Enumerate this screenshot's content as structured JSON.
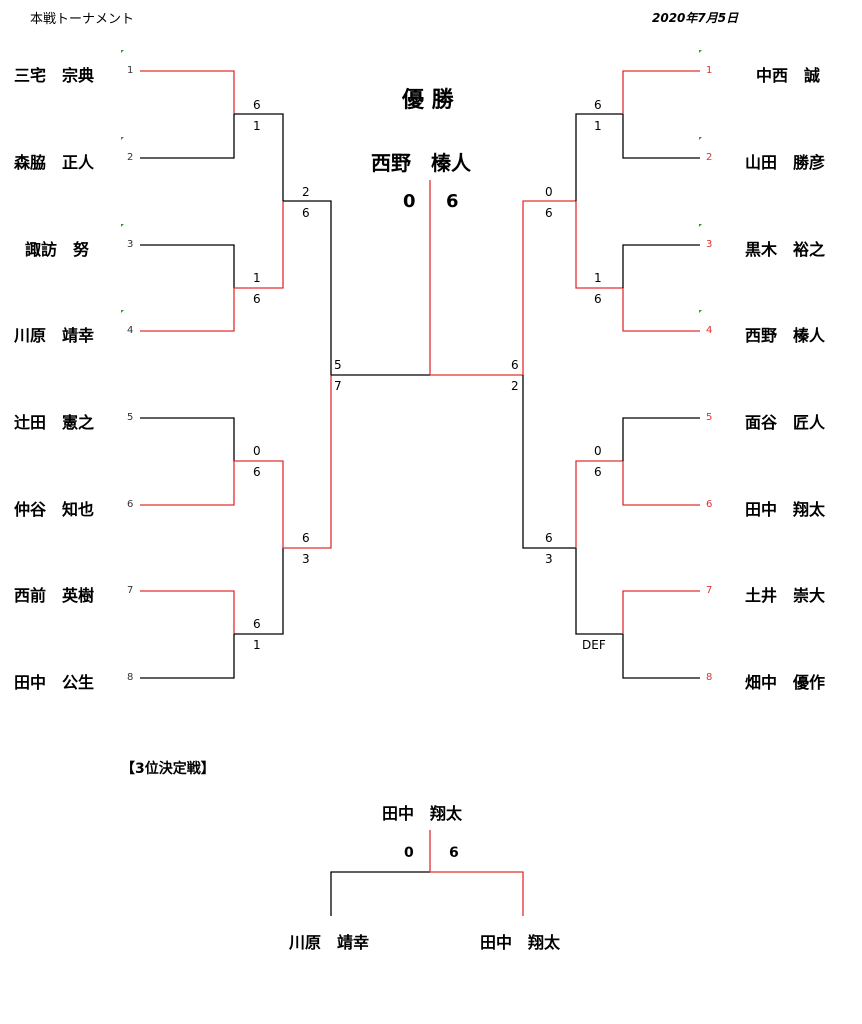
{
  "header": {
    "title": "本戦トーナメント",
    "date": "2020年7月5日"
  },
  "colors": {
    "win": "#e03030",
    "line": "#000000",
    "flag": "#2e9a2e"
  },
  "left": {
    "players": [
      {
        "seed": "1",
        "name": "三宅　宗典"
      },
      {
        "seed": "2",
        "name": "森脇　正人"
      },
      {
        "seed": "3",
        "name": "諏訪　努"
      },
      {
        "seed": "4",
        "name": "川原　靖幸"
      },
      {
        "seed": "5",
        "name": "辻田　憲之"
      },
      {
        "seed": "6",
        "name": "仲谷　知也"
      },
      {
        "seed": "7",
        "name": "西前　英樹"
      },
      {
        "seed": "8",
        "name": "田中　公生"
      }
    ],
    "r1": [
      {
        "top": "6",
        "bottom": "1"
      },
      {
        "top": "1",
        "bottom": "6"
      },
      {
        "top": "0",
        "bottom": "6"
      },
      {
        "top": "6",
        "bottom": "1"
      }
    ],
    "r2": [
      {
        "top": "2",
        "bottom": "6"
      },
      {
        "top": "6",
        "bottom": "3"
      }
    ],
    "semi": {
      "top": "5",
      "bottom": "7"
    }
  },
  "right": {
    "players": [
      {
        "seed": "1",
        "name": "中西　誠"
      },
      {
        "seed": "2",
        "name": "山田　勝彦"
      },
      {
        "seed": "3",
        "name": "黒木　裕之"
      },
      {
        "seed": "4",
        "name": "西野　榛人"
      },
      {
        "seed": "5",
        "name": "面谷　匠人"
      },
      {
        "seed": "6",
        "name": "田中　翔太"
      },
      {
        "seed": "7",
        "name": "土井　崇大"
      },
      {
        "seed": "8",
        "name": "畑中　優作"
      }
    ],
    "r1": [
      {
        "top": "6",
        "bottom": "1"
      },
      {
        "top": "1",
        "bottom": "6"
      },
      {
        "top": "0",
        "bottom": "6"
      },
      {
        "top": "",
        "bottom": "DEF"
      }
    ],
    "r2": [
      {
        "top": "0",
        "bottom": "6"
      },
      {
        "top": "6",
        "bottom": "3"
      }
    ],
    "semi": {
      "top": "6",
      "bottom": "2"
    }
  },
  "final": {
    "heading": "優 勝",
    "champion": "西野　榛人",
    "score_left": "0",
    "score_right": "6"
  },
  "third_place": {
    "heading": "【3位決定戦】",
    "winner": "田中　翔太",
    "score_left": "0",
    "score_right": "6",
    "left_player": "川原　靖幸",
    "right_player": "田中　翔太"
  }
}
